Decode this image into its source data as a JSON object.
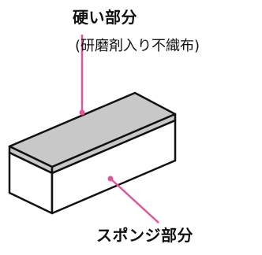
{
  "labels": {
    "hard_part": "硬い部分",
    "hard_part_note": "(研磨剤入り不織布)",
    "sponge_part": "スポンジ部分"
  },
  "colors": {
    "leader_line": "#e0569a",
    "hard_layer_fill": "#c8c8c8",
    "outline": "#111111",
    "sponge_fill": "#ffffff"
  },
  "icons": [
    "sponge-block-illustration"
  ]
}
